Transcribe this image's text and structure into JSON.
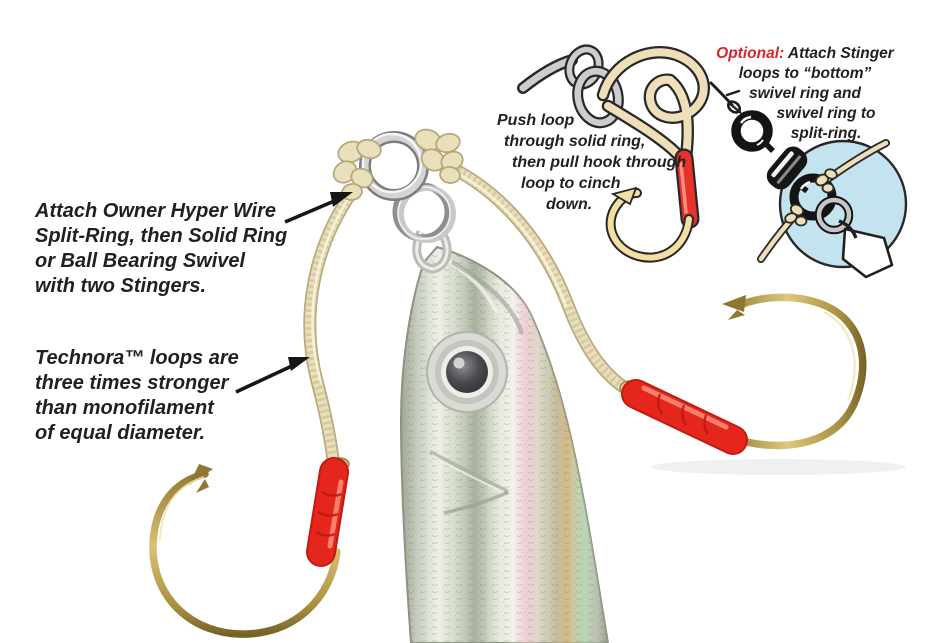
{
  "figure": {
    "subject": "jig-stinger-rigging-diagram"
  },
  "notes": {
    "split_ring": {
      "lines": [
        "Attach Owner Hyper Wire",
        "Split-Ring, then Solid Ring",
        "or Ball Bearing Swivel",
        "with two Stingers."
      ]
    },
    "technora": {
      "lines": [
        "Technora™ loops are",
        "three times stronger",
        "than monofilament",
        "of equal diameter."
      ]
    },
    "push_loop": {
      "lines": [
        "Push loop",
        "through solid ring,",
        "then pull hook through",
        "loop to cinch",
        "down."
      ]
    },
    "optional": {
      "prefix": "Optional:",
      "first_line_rest": " Attach Stinger",
      "lines": [
        "loops to “bottom”",
        "swivel ring and",
        "swivel ring to",
        "split-ring."
      ]
    }
  },
  "colors": {
    "text": "#231f20",
    "optional_prefix_red": "#d6252b",
    "cord_cream": "#eadfbc",
    "cord_shadow": "#b7aa7c",
    "hook_gold": "#a8903f",
    "wrap_red": "#e5261d",
    "diagram_blue": "#c3e3ee",
    "ring_silver": "#b9b9b9",
    "jig_silver": "#d8dccc"
  }
}
